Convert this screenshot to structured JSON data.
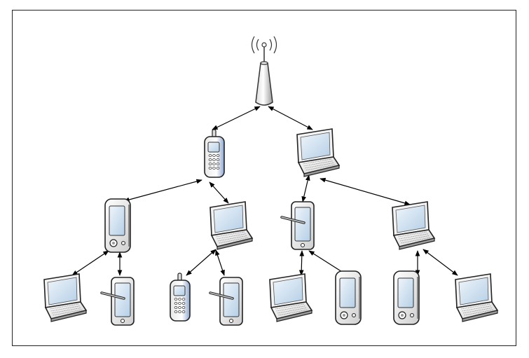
{
  "diagram": {
    "kind": "wireless-ad-hoc-network-tree",
    "colors": {
      "arrow": "#000000",
      "device_body": "#f3f3f3",
      "device_dark": "#7a7a7a",
      "screen": "#c9def0",
      "screen_glass": "#e6f0f8",
      "phone_accent": "#8ea7cf",
      "frame": "#222222"
    },
    "nodes": [
      {
        "id": "ap",
        "icon": "access-point-icon"
      },
      {
        "id": "l1-phone",
        "icon": "cell-phone-icon"
      },
      {
        "id": "l1-laptop",
        "icon": "laptop-icon"
      },
      {
        "id": "l2-pda-a",
        "icon": "pda-icon"
      },
      {
        "id": "l2-laptop-a",
        "icon": "laptop-icon"
      },
      {
        "id": "l2-tablet",
        "icon": "tablet-icon"
      },
      {
        "id": "l2-laptop-b",
        "icon": "laptop-icon"
      },
      {
        "id": "l3-laptop-a",
        "icon": "laptop-icon"
      },
      {
        "id": "l3-tablet-a",
        "icon": "tablet-icon"
      },
      {
        "id": "l3-phone",
        "icon": "cell-phone-icon"
      },
      {
        "id": "l3-tablet-b",
        "icon": "tablet-icon"
      },
      {
        "id": "l3-laptop-b",
        "icon": "laptop-icon"
      },
      {
        "id": "l3-pda-a",
        "icon": "pda-icon"
      },
      {
        "id": "l3-pda-b",
        "icon": "pda-icon"
      },
      {
        "id": "l3-laptop-c",
        "icon": "laptop-icon"
      }
    ],
    "links": [
      [
        "ap",
        "l1-phone"
      ],
      [
        "ap",
        "l1-laptop"
      ],
      [
        "l1-phone",
        "l2-pda-a"
      ],
      [
        "l1-phone",
        "l2-laptop-a"
      ],
      [
        "l1-laptop",
        "l2-tablet"
      ],
      [
        "l1-laptop",
        "l2-laptop-b"
      ],
      [
        "l2-pda-a",
        "l3-laptop-a"
      ],
      [
        "l2-pda-a",
        "l3-tablet-a"
      ],
      [
        "l2-laptop-a",
        "l3-phone"
      ],
      [
        "l2-laptop-a",
        "l3-tablet-b"
      ],
      [
        "l2-tablet",
        "l3-laptop-b"
      ],
      [
        "l2-tablet",
        "l3-pda-a"
      ],
      [
        "l2-laptop-b",
        "l3-pda-b"
      ],
      [
        "l2-laptop-b",
        "l3-laptop-c"
      ]
    ],
    "link_style": "bidirectional-arrow"
  }
}
